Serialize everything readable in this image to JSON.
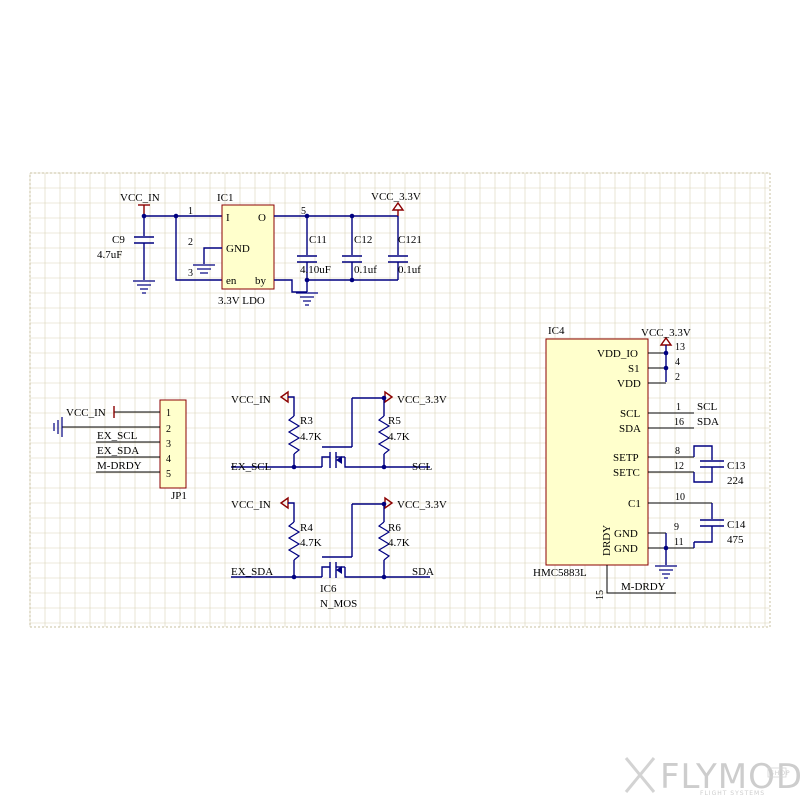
{
  "ldo": {
    "ref": "IC1",
    "value": "3.3V  LDO",
    "pin_i": "I",
    "pin_o": "O",
    "pin_gnd": "GND",
    "pin_en": "en",
    "pin_by": "by",
    "num_1": "1",
    "num_2": "2",
    "num_3": "3",
    "num_5": "5",
    "vin_label": "VCC_IN",
    "vout_label": "VCC_3.3V",
    "c9_ref": "C9",
    "c9_val": "4.7uF",
    "c11_ref": "C11",
    "c11_val": "4.10uF",
    "c12_ref": "C12",
    "c12_val": "0.1uf",
    "c121_ref": "C121",
    "c121_val": "0.1uf"
  },
  "jp1": {
    "ref": "JP1",
    "pins": [
      "1",
      "2",
      "3",
      "4",
      "5"
    ],
    "nets": [
      "VCC_IN",
      "EX_SCL",
      "EX_SDA",
      "M-DRDY"
    ]
  },
  "level_shift": {
    "scl": {
      "vin": "VCC_IN",
      "vout": "VCC_3.3V",
      "r_left_ref": "R3",
      "r_left_val": "4.7K",
      "r_right_ref": "R5",
      "r_right_val": "4.7K",
      "net_left": "EX_SCL",
      "net_right": "SCL"
    },
    "sda": {
      "vin": "VCC_IN",
      "vout": "VCC_3.3V",
      "r_left_ref": "R4",
      "r_left_val": "4.7K",
      "r_right_ref": "R6",
      "r_right_val": "4.7K",
      "net_left": "EX_SDA",
      "net_right": "SDA",
      "mos_ref": "IC6",
      "mos_val": "N_MOS"
    }
  },
  "ic4": {
    "ref": "IC4",
    "value": "HMC5883L",
    "power_label": "VCC_3.3V",
    "pins": [
      {
        "name": "VDD_IO",
        "num": "13"
      },
      {
        "name": "S1",
        "num": "4"
      },
      {
        "name": "VDD",
        "num": "2"
      },
      {
        "name": "SCL",
        "num": "1",
        "net": "SCL"
      },
      {
        "name": "SDA",
        "num": "16",
        "net": "SDA"
      },
      {
        "name": "SETP",
        "num": "8"
      },
      {
        "name": "SETC",
        "num": "12"
      },
      {
        "name": "C1",
        "num": "10"
      },
      {
        "name": "GND",
        "num": "9"
      },
      {
        "name": "GND",
        "num": "11"
      }
    ],
    "drdy_name": "DRDY",
    "drdy_num": "15",
    "drdy_net": "M-DRDY",
    "c13_ref": "C13",
    "c13_val": "224",
    "c14_ref": "C14",
    "c14_val": "475"
  },
  "watermark": {
    "brand": "FLYMOD",
    "tagline": "FLIGHT SYSTEMS",
    "mark": "SHOP"
  },
  "colors": {
    "wire": "#000080",
    "component_outline": "#8b0000",
    "component_fill": "#ffffcc",
    "grid": "#d9d2b8"
  }
}
